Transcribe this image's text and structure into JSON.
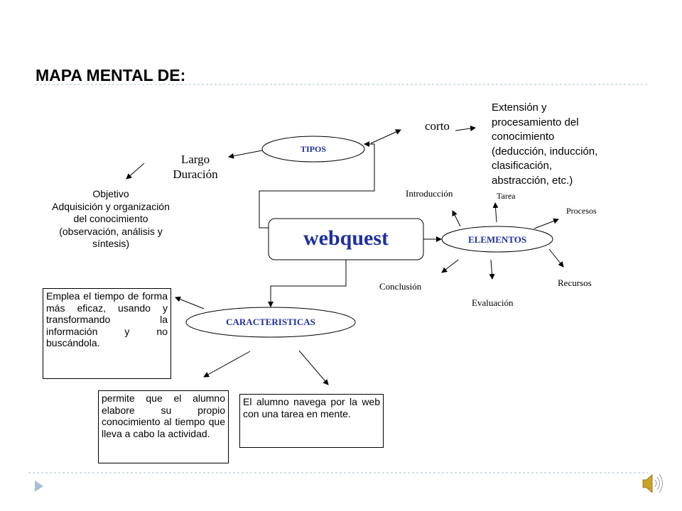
{
  "title": "MAPA MENTAL DE:",
  "central": "webquest",
  "nodes": {
    "tipos": "TIPOS",
    "elementos": "ELEMENTOS",
    "caracteristicas": "CARACTERISTICAS"
  },
  "tipos": {
    "corto": "corto",
    "corto_desc": [
      "Extensión y",
      "procesamiento  del",
      "conocimiento",
      "(deducción,  inducción,",
      "clasificación,",
      "abstracción, etc.)"
    ],
    "largo": [
      "Largo",
      "Duración"
    ],
    "largo_desc": [
      "Objetivo",
      "Adquisición y organización",
      "del conocimiento",
      "(observación, análisis y",
      "síntesis)"
    ]
  },
  "elementos": {
    "introduccion": "Introducción",
    "tarea": "Tarea",
    "procesos": "Procesos",
    "recursos": "Recursos",
    "evaluacion": "Evaluación",
    "conclusion": "Conclusión"
  },
  "caracteristicas": {
    "note1": "Emplea el tiempo de forma más eficaz, usando y transformando la información y no buscándola.",
    "note2": "permite que el alumno elabore su propio conocimiento al tiempo que lleva a cabo la actividad.",
    "note3": "El alumno navega por la web con una tarea en mente."
  },
  "colors": {
    "accent": "#1f2f9f",
    "divider": "#a7c0cc",
    "nav_arrow": "#a9bfd4"
  },
  "icons": {
    "nav": "triangle-right-icon",
    "audio": "speaker-icon"
  }
}
